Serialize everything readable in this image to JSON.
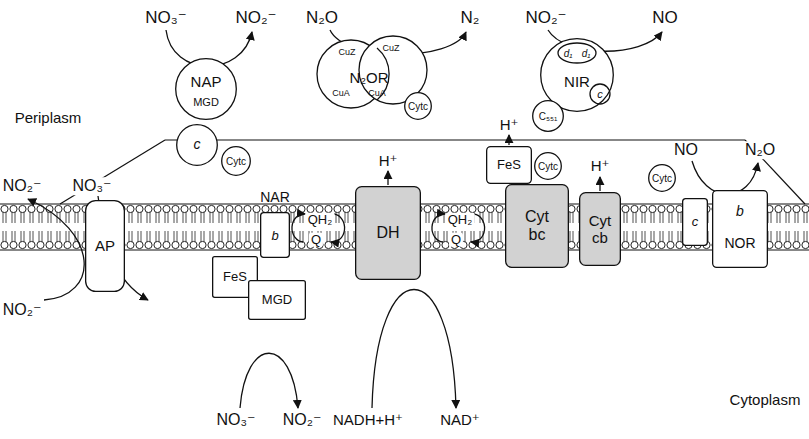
{
  "diagram": {
    "nodes": [
      {
        "text": [
          "NAP",
          "MGD"
        ]
      },
      {
        "text": [
          "c"
        ]
      },
      {
        "text": [
          "Cytc"
        ]
      },
      {
        "text": [
          "N₂OR",
          "CuZ",
          "CuZ",
          "CuA",
          "CuA"
        ]
      },
      {
        "text": [
          "Cytc"
        ]
      },
      {
        "text": [
          "NIR",
          "d₁",
          "d₁",
          "c"
        ]
      },
      {
        "text": [
          "C₅₅₁"
        ]
      },
      {
        "text": [
          "AP"
        ]
      },
      {
        "text": [
          "NAR",
          "b"
        ]
      },
      {
        "text": [
          "FeS"
        ]
      },
      {
        "text": [
          "MGD"
        ]
      },
      {
        "text": [
          "DH"
        ]
      },
      {
        "text": [
          "FeS"
        ]
      },
      {
        "text": [
          "Cytc"
        ]
      },
      {
        "text": [
          "Cyt bc"
        ]
      },
      {
        "text": [
          "Cyt cb"
        ]
      },
      {
        "text": [
          "Cytc"
        ]
      },
      {
        "text": [
          "c"
        ]
      },
      {
        "text": [
          "b",
          "NOR"
        ]
      }
    ],
    "labels": [
      "NO₃⁻",
      "NO₂⁻",
      "N₂O",
      "N₂",
      "NO₂⁻",
      "NO",
      "Periplasm",
      "NO₂⁻",
      "NO₃⁻",
      "H⁺",
      "H⁺",
      "H⁺",
      "NO",
      "N₂O",
      "QH₂",
      "Q",
      "QH₂",
      "Q",
      "NO₂⁻",
      "NO₃⁻",
      "NO₂⁻",
      "NADH+H⁺",
      "NAD⁺",
      "Cytoplasm"
    ]
  }
}
